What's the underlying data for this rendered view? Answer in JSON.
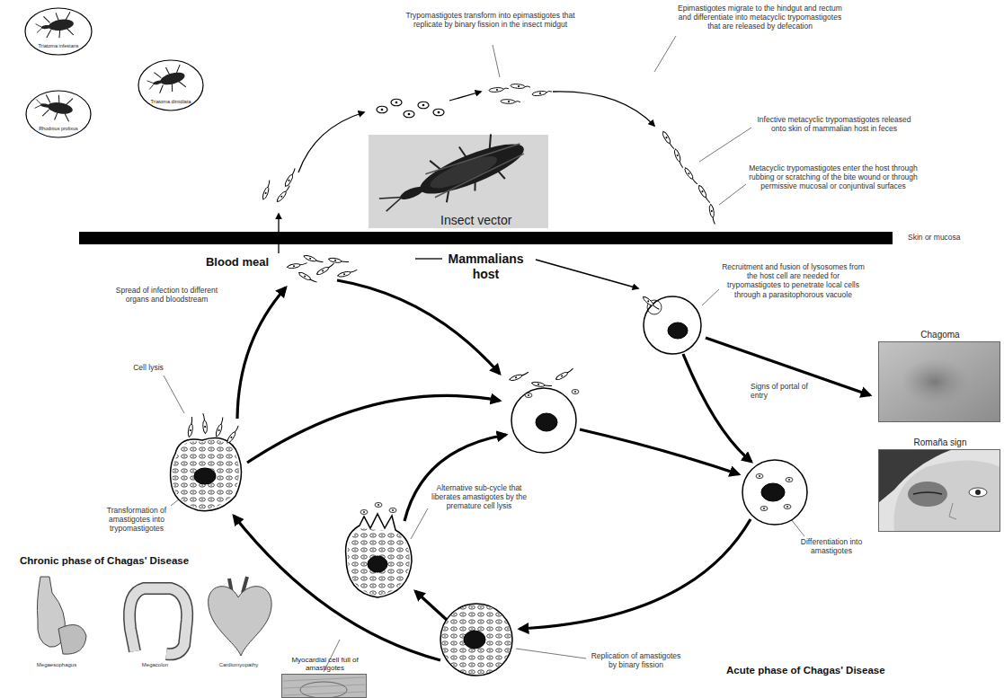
{
  "diagram": {
    "nodes": [
      {
        "text": [
          "Triatoma infestans"
        ]
      },
      {
        "text": [
          "Triatoma dimidiata"
        ]
      },
      {
        "text": [
          "Rhodnius prolixus"
        ]
      },
      {
        "text": [
          "Insect vector"
        ]
      },
      {
        "text": [
          "Chagoma"
        ]
      },
      {
        "text": [
          "Romaña sign"
        ]
      },
      {
        "text": [
          "Myocardial cell full of amastigotes"
        ]
      }
    ],
    "labels": [
      "Trypomastigotes transform into epimastigotes that replicate by binary fission in the insect midgut",
      "Epimastigotes migrate to the hindgut and rectum and differentiate into metacyclic trypomastigotes that are released by defecation",
      "Infective metacyclic trypomastigotes released onto skin of mammalian host in feces",
      "Metacyclic trypomastigotes enter the host through rubbing or scratching of the bite wound or through permissive mucosal or conjuntival surfaces",
      "Skin or mucosa",
      "Blood meal",
      "Mammalians host",
      "Spread of infection to different organs and bloodstream",
      "Recruitment and fusion of lysosomes from the host cell are needed for trypomastigotes to penetrate local cells through a parasitophorous vacuole",
      "Signs of portal of entry",
      "Cell lysis",
      "Alternative sub-cycle that liberates amastigotes by the premature cell lysis",
      "Transformation of amastigotes into trypomastigotes",
      "Differentiation into amastigotes",
      "Chronic phase of Chagas' Disease",
      "Megaesophagus",
      "Megacolon",
      "Cardiomyopathy",
      "Replication of amastigotes by binary fission",
      "Acute phase of Chagas' Disease"
    ]
  }
}
